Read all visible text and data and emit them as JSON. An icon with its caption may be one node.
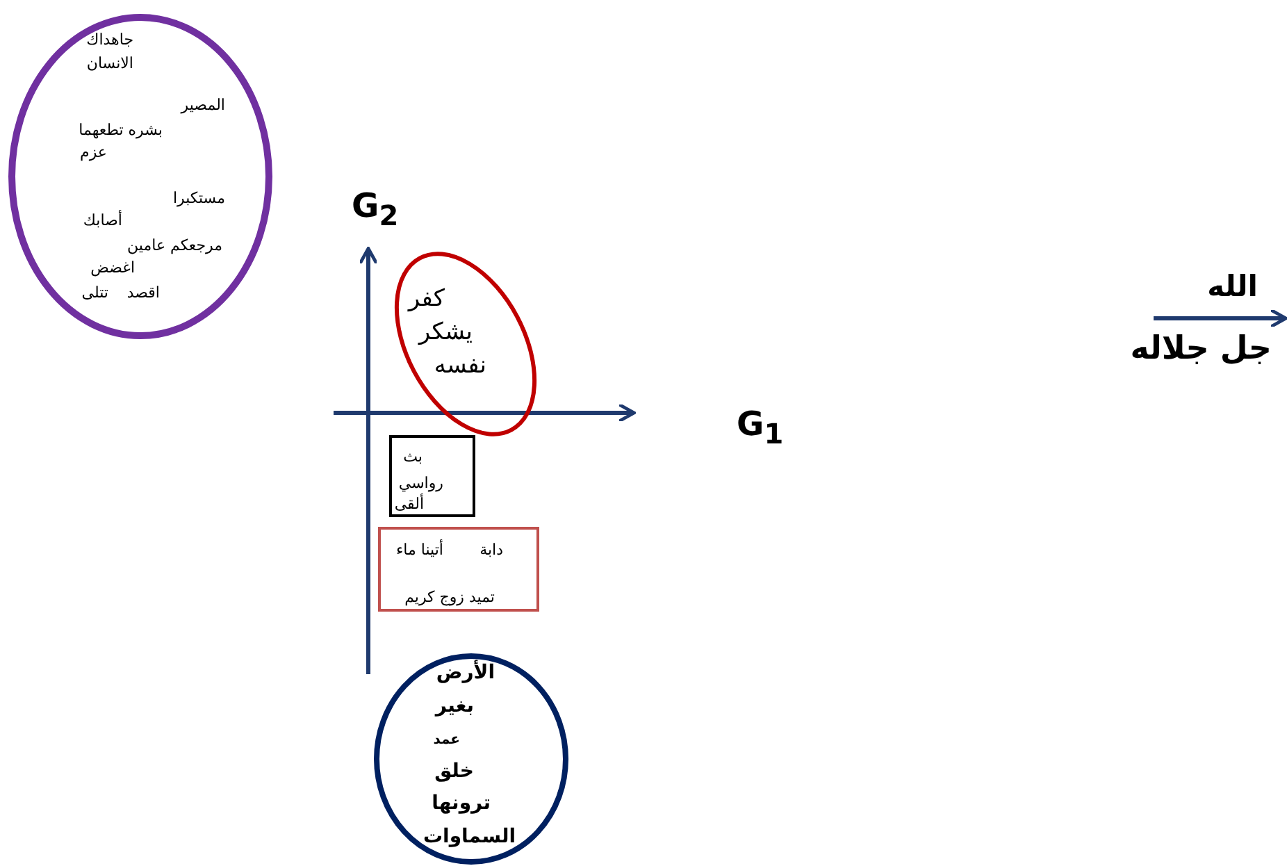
{
  "diagram": {
    "nodes": [
      {
        "text": [
          "جاهداك",
          "الانسان",
          "المصير",
          "بشره تطعهما",
          "عزم",
          "مستكبرا",
          "أصابك",
          "مرجعكم عامين",
          "اغضض",
          "اقصد",
          "تتلى"
        ]
      },
      {
        "text": [
          "كفر",
          "يشكر",
          "نفسه"
        ]
      },
      {
        "text": [
          "بث",
          "رواسي",
          "ألقى"
        ]
      },
      {
        "text": [
          "دابة",
          "أتينا ماء",
          "تميد زوج كريم"
        ]
      },
      {
        "text": [
          "الأرض",
          "بغير",
          "عمد",
          "خلق",
          "ترونها",
          "السماوات"
        ]
      }
    ],
    "labels": [
      "G$_{2}$",
      "G$_{1}$",
      "الله",
      "جل جلاله"
    ]
  }
}
